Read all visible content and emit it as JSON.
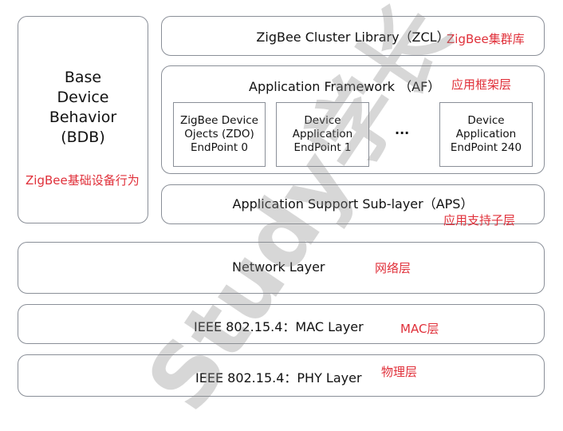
{
  "bdb": {
    "line1": "Base",
    "line2": "Device",
    "line3": "Behavior",
    "line4": "(BDB)",
    "note": "ZigBee基础设备行为"
  },
  "zcl": {
    "label": "ZigBee Cluster Library（ZCL）",
    "note": "ZigBee集群库"
  },
  "af": {
    "label": "Application Framework （AF）",
    "note": "应用框架层",
    "endpoints": [
      {
        "l1": "ZigBee Device",
        "l2": "Ojects (ZDO)",
        "l3": "EndPoint 0"
      },
      {
        "l1": "Device",
        "l2": "Application",
        "l3": "EndPoint 1"
      },
      {
        "l1": "Device",
        "l2": "Application",
        "l3": "EndPoint 240"
      }
    ],
    "ellipsis": "···"
  },
  "aps": {
    "label": "Application Support Sub-layer（APS）",
    "note": "应用支持子层"
  },
  "nwk": {
    "label": "Network Layer",
    "note": "网络层"
  },
  "mac": {
    "label": "IEEE 802.15.4：MAC Layer",
    "note": "MAC层"
  },
  "phy": {
    "label": "IEEE 802.15.4：PHY Layer",
    "note": "物理层"
  },
  "watermark": "Study学长"
}
